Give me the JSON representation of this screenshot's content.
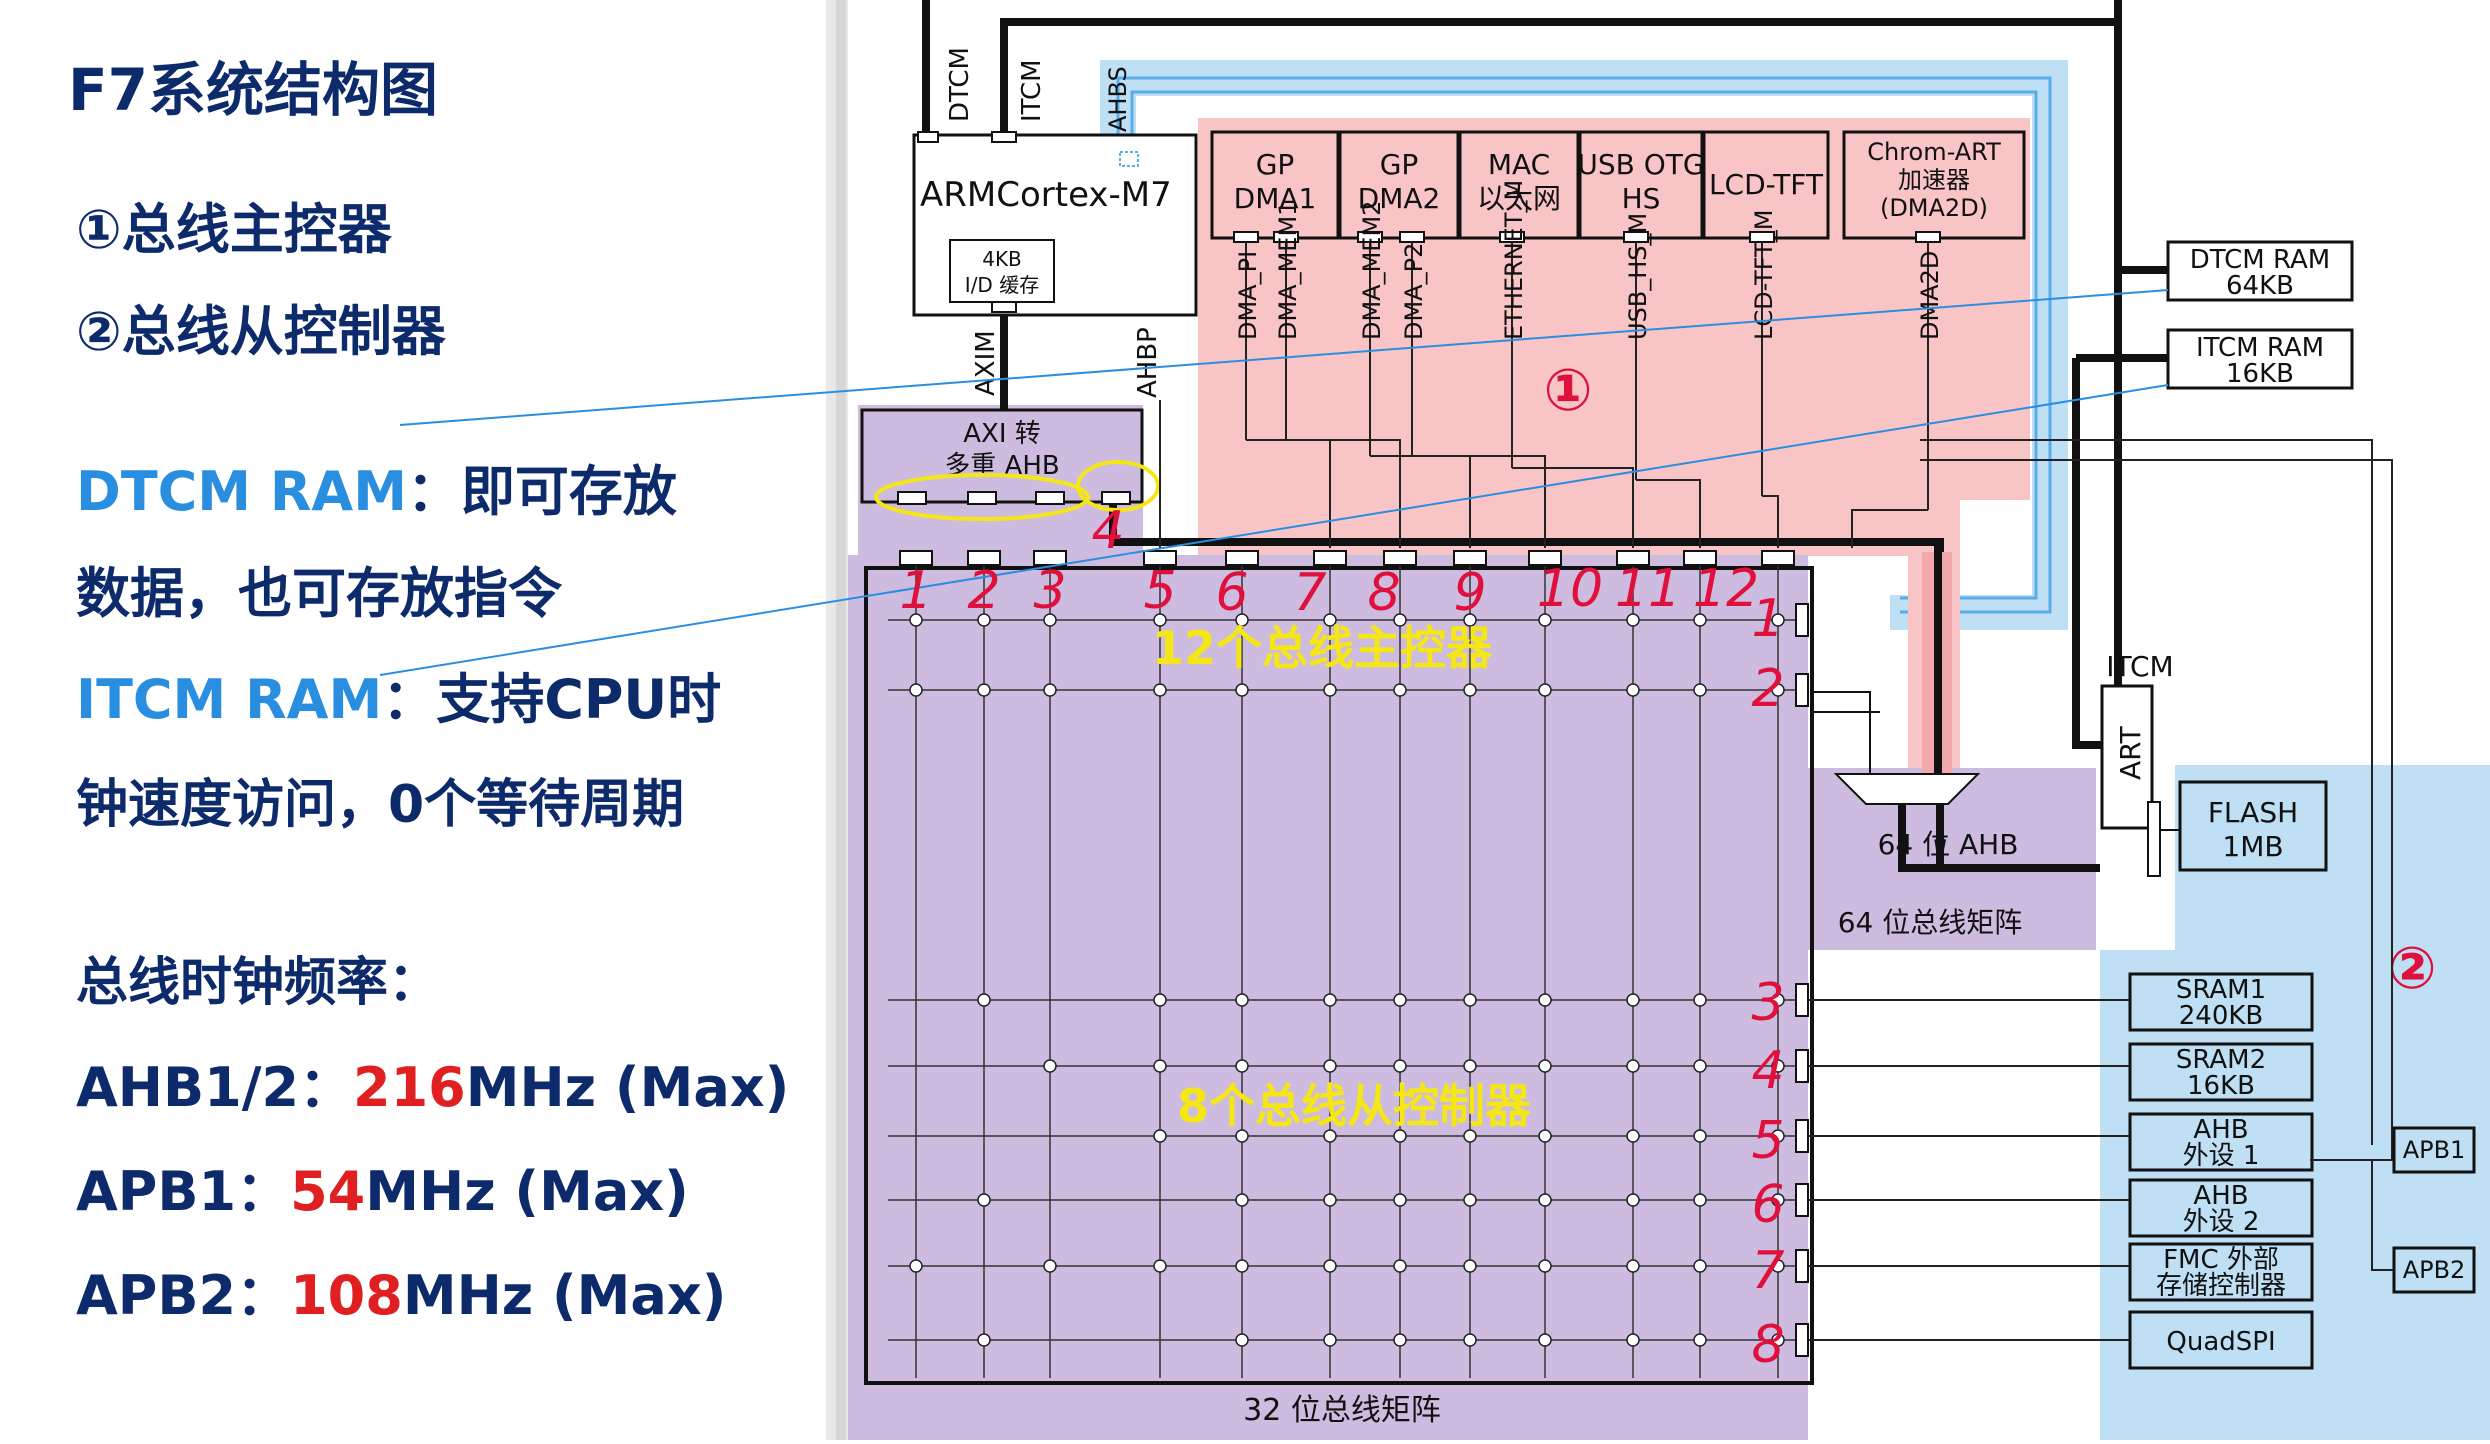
{
  "left": {
    "title": "F7系统结构图",
    "item1": "①总线主控器",
    "item2": "②总线从控制器",
    "dtcm_label": "DTCM RAM",
    "dtcm_desc1": "：即可存放",
    "dtcm_desc2": "数据，也可存放指令",
    "itcm_label": "ITCM RAM",
    "itcm_desc1": "：支持CPU时",
    "itcm_desc2": "钟速度访问，0个等待周期",
    "freq_title": "总线时钟频率：",
    "ahb_label": "AHB1/2：",
    "ahb_value": "216",
    "ahb_unit": "MHz (Max)",
    "apb1_label": "APB1：",
    "apb1_value": "54",
    "apb1_unit": "MHz (Max)",
    "apb2_label": "APB2：",
    "apb2_value": "108",
    "apb2_unit": "MHz (Max)"
  },
  "diagram": {
    "cpu": {
      "name": "ARMCortex-M7",
      "cache_line1": "4KB",
      "cache_line2": "I/D 缓存"
    },
    "bus_labels": {
      "dtcm": "DTCM",
      "itcm": "ITCM",
      "ahbs": "AHBS",
      "axim": "AXIM",
      "ahbp": "AHBP"
    },
    "axi": {
      "line1": "AXI 转",
      "line2": "多重 AHB"
    },
    "masters": [
      {
        "line1": "GP",
        "line2": "DMA1"
      },
      {
        "line1": "GP",
        "line2": "DMA2"
      },
      {
        "line1": "MAC",
        "line2": "以太网"
      },
      {
        "line1": "USB OTG",
        "line2": "HS"
      },
      {
        "line1": "LCD-TFT",
        "line2": ""
      },
      {
        "line1": "Chrom-ART",
        "line2": "加速器",
        "line3": "(DMA2D)"
      }
    ],
    "port_labels": [
      "DMA_PI",
      "DMA_MEM1",
      "DMA_MEM2",
      "DMA_P2",
      "ETHERNET_M",
      "USB_HS_M",
      "LCD-TFT_M",
      "DMA2D"
    ],
    "circle1": "①",
    "circle2": "②",
    "master_numbers": [
      "1",
      "2",
      "3",
      "4",
      "5",
      "6",
      "7",
      "8",
      "9",
      "10",
      "11",
      "12"
    ],
    "slave_numbers": [
      "1",
      "2",
      "3",
      "4",
      "5",
      "6",
      "7",
      "8"
    ],
    "annot_masters": "12个总线主控器",
    "annot_slaves": "8个总线从控制器",
    "matrix32": "32 位总线矩阵",
    "matrix64": "64 位总线矩阵",
    "ahb64": "64 位 AHB",
    "dtcm_ram": {
      "line1": "DTCM RAM",
      "line2": "64KB"
    },
    "itcm_ram": {
      "line1": "ITCM RAM",
      "line2": "16KB"
    },
    "itcm_small": "ITCM",
    "art": "ART",
    "flash": {
      "line1": "FLASH",
      "line2": "1MB"
    },
    "slaves": [
      {
        "line1": "SRAM1",
        "line2": "240KB"
      },
      {
        "line1": "SRAM2",
        "line2": "16KB"
      },
      {
        "line1": "AHB",
        "line2": "外设 1"
      },
      {
        "line1": "AHB",
        "line2": "外设 2"
      },
      {
        "line1": "FMC 外部",
        "line2": "存储控制器"
      },
      {
        "line1": "QuadSPI",
        "line2": ""
      }
    ],
    "apb1": "APB1",
    "apb2": "APB2"
  },
  "colors": {
    "title_blue": "#0d2a6b",
    "light_blue_text": "#2a8ee0",
    "red_value": "#e02020",
    "master_pink": "#f8c4c6",
    "matrix_purple": "#cdbbe0",
    "slave_blue": "#bfdff5",
    "annotation_yellow": "#f5e616",
    "handwriting_red": "#e0103c"
  }
}
